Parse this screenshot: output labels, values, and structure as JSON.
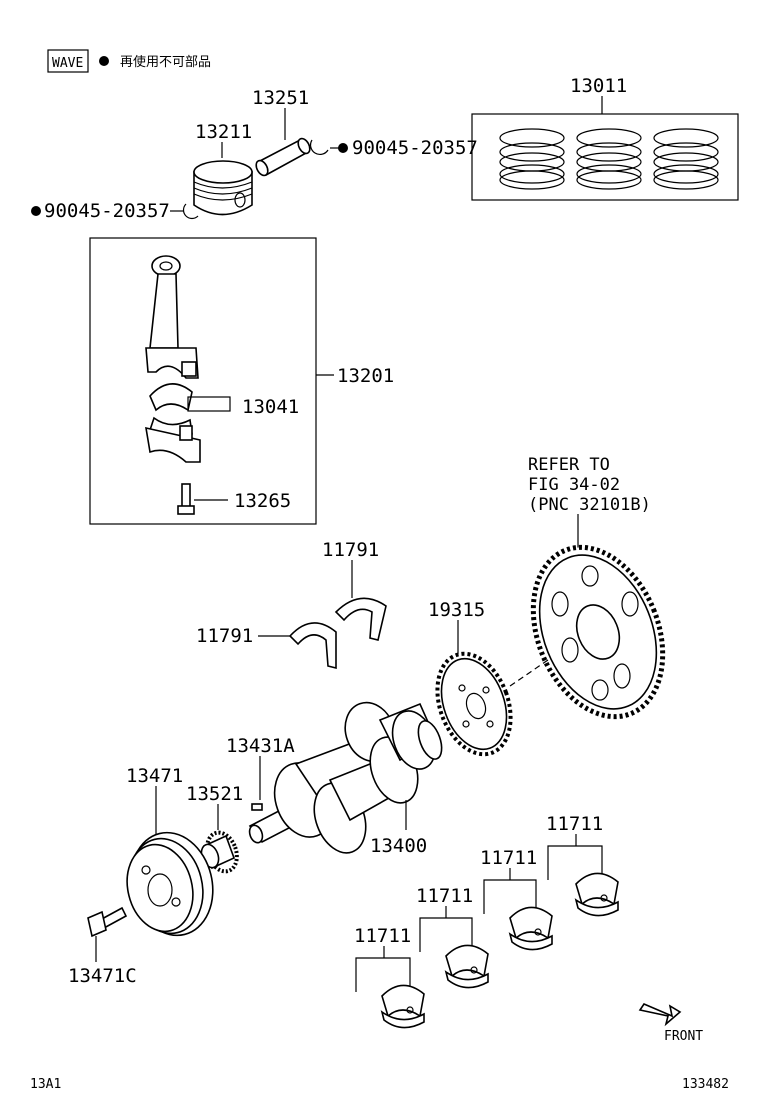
{
  "legend": {
    "badge": "WAVE",
    "text": "再使用不可部品"
  },
  "parts": {
    "p13011": "13011",
    "p13251": "13251",
    "p13211": "13211",
    "p90045a": "90045-20357",
    "p90045b": "90045-20357",
    "p13201": "13201",
    "p13041": "13041",
    "p13265": "13265",
    "p11791a": "11791",
    "p11791b": "11791",
    "p19315": "19315",
    "p13431A": "13431A",
    "p13471": "13471",
    "p13521": "13521",
    "p13400": "13400",
    "p11711a": "11711",
    "p11711b": "11711",
    "p11711c": "11711",
    "p11711d": "11711",
    "p13471C": "13471C"
  },
  "refer": {
    "line1": "REFER TO",
    "line2": "FIG 34-02",
    "line3": "(PNC 32101B)"
  },
  "front_label": "FRONT",
  "footer": {
    "left": "13A1",
    "right": "133482"
  }
}
